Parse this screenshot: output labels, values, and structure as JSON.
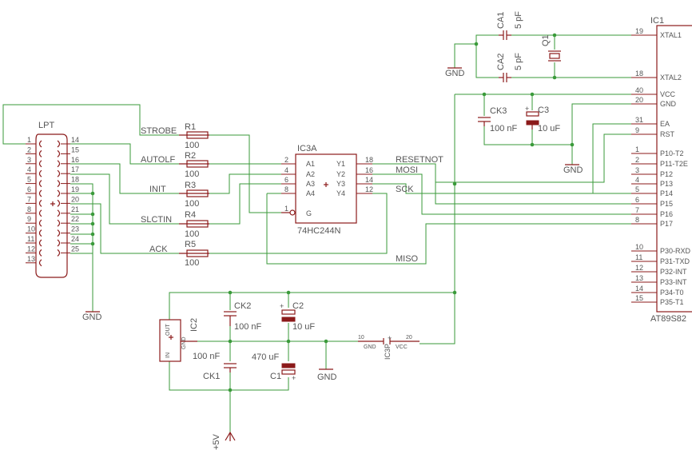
{
  "components": {
    "lpt": {
      "name": "LPT",
      "pins_left": [
        "1",
        "2",
        "3",
        "4",
        "5",
        "6",
        "7",
        "8",
        "9",
        "10",
        "11",
        "12",
        "13"
      ],
      "pins_right": [
        "14",
        "15",
        "16",
        "17",
        "18",
        "19",
        "20",
        "21",
        "22",
        "23",
        "24",
        "25"
      ]
    },
    "r1": {
      "name": "R1",
      "value": "100"
    },
    "r2": {
      "name": "R2",
      "value": "100"
    },
    "r3": {
      "name": "R3",
      "value": "100"
    },
    "r4": {
      "name": "R4",
      "value": "100"
    },
    "r5": {
      "name": "R5",
      "value": "100"
    },
    "ic3a": {
      "name": "IC3A",
      "part": "74HC244N",
      "in_pins": [
        "2",
        "4",
        "6",
        "8"
      ],
      "in_names": [
        "A1",
        "A2",
        "A3",
        "A4"
      ],
      "out_pins": [
        "18",
        "16",
        "14",
        "12"
      ],
      "out_names": [
        "Y1",
        "Y2",
        "Y3",
        "Y4"
      ],
      "g_pin": "1",
      "g_name": "G"
    },
    "ic1": {
      "name": "IC1",
      "part": "AT89S82",
      "pins": [
        {
          "num": "19",
          "name": "XTAL1"
        },
        {
          "num": "18",
          "name": "XTAL2"
        },
        {
          "num": "40",
          "name": "VCC"
        },
        {
          "num": "20",
          "name": "GND"
        },
        {
          "num": "31",
          "name": "EA"
        },
        {
          "num": "9",
          "name": "RST"
        },
        {
          "num": "1",
          "name": "P10-T2"
        },
        {
          "num": "2",
          "name": "P11-T2E"
        },
        {
          "num": "3",
          "name": "P12"
        },
        {
          "num": "4",
          "name": "P13"
        },
        {
          "num": "5",
          "name": "P14"
        },
        {
          "num": "6",
          "name": "P15"
        },
        {
          "num": "7",
          "name": "P16"
        },
        {
          "num": "8",
          "name": "P17"
        },
        {
          "num": "10",
          "name": "P30-RXD"
        },
        {
          "num": "11",
          "name": "P31-TXD"
        },
        {
          "num": "12",
          "name": "P32-INT"
        },
        {
          "num": "13",
          "name": "P33-INT"
        },
        {
          "num": "14",
          "name": "P34-T0"
        },
        {
          "num": "15",
          "name": "P35-T1"
        }
      ]
    },
    "ca1": {
      "name": "CA1",
      "value": "5 pF"
    },
    "ca2": {
      "name": "CA2",
      "value": "5 pF"
    },
    "q1": {
      "name": "Q1"
    },
    "ck3": {
      "name": "CK3",
      "value": "100 nF"
    },
    "c3": {
      "name": "C3",
      "value": "10 uF"
    },
    "ck2": {
      "name": "CK2",
      "value": "100 nF"
    },
    "c2": {
      "name": "C2",
      "value": "10 uF"
    },
    "ck1": {
      "name": "CK1",
      "value": "100 nF"
    },
    "c1": {
      "name": "C1",
      "value": "470 uF"
    },
    "ic2": {
      "name": "IC2",
      "pin_in": "IN",
      "pin_out": "OUT",
      "pin_gnd": "GND"
    },
    "ic3p": {
      "name": "IC3P",
      "pin_gnd_num": "10",
      "pin_gnd": "GND",
      "pin_vcc_num": "20",
      "pin_vcc": "VCC"
    }
  },
  "nets": {
    "strobe": "STROBE",
    "autolf": "AUTOLF",
    "init": "INIT",
    "slctin": "SLCTIN",
    "ack": "ACK",
    "resetnot": "RESETNOT",
    "mosi": "MOSI",
    "sck": "SCK",
    "miso": "MISO",
    "gnd": "GND",
    "vcc": "+5V"
  },
  "colors": {
    "wire": "#3a9a3a",
    "part": "#8b1a1a",
    "text": "#555555"
  }
}
